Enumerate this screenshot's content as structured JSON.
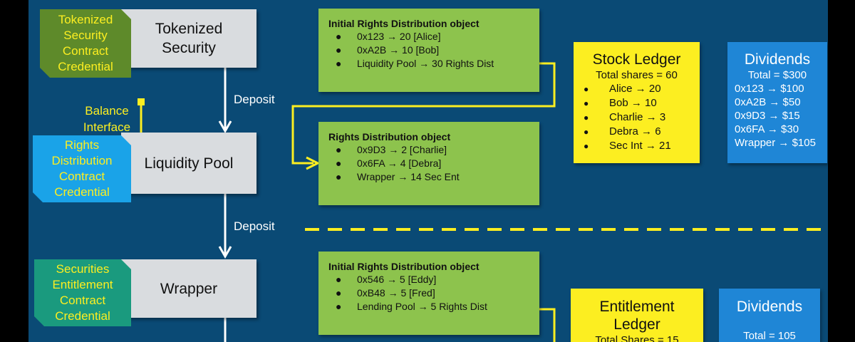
{
  "left_column": {
    "tokenized_credential": [
      "Tokenized",
      "Security",
      "Contract",
      "Credential"
    ],
    "tokenized_box": [
      "Tokenized",
      "Security"
    ],
    "deposit_1": "Deposit",
    "balance_interface": [
      "Balance",
      "Interface"
    ],
    "rights_credential": [
      "Rights",
      "Distribution",
      "Contract",
      "Credential"
    ],
    "liquidity_pool": "Liquidity Pool",
    "deposit_2": "Deposit",
    "entitlement_credential": [
      "Securities",
      "Entitlement",
      "Contract",
      "Credential"
    ],
    "wrapper": "Wrapper"
  },
  "green_boxes": {
    "initial_1": {
      "title": "Initial Rights Distribution object",
      "items": [
        "0x123 → 20 [Alice]",
        "0xA2B → 10 [Bob]",
        "Liquidity Pool → 30 Rights Dist"
      ]
    },
    "rights_dist": {
      "title": "Rights Distribution object",
      "items": [
        "0x9D3 → 2 [Charlie]",
        "0x6FA → 4 [Debra]",
        "Wrapper → 14 Sec Ent"
      ]
    },
    "initial_2": {
      "title": "Initial Rights Distribution object",
      "items": [
        "0x546 → 5 [Eddy]",
        "0xB48 → 5 [Fred]",
        "Lending Pool → 5 Rights Dist"
      ]
    }
  },
  "stock_ledger": {
    "title": "Stock Ledger",
    "total": "Total shares = 60",
    "items": [
      "Alice → 20",
      "Bob → 10",
      "Charlie → 3",
      "Debra → 6",
      "Sec Int → 21"
    ]
  },
  "dividends_1": {
    "title": "Dividends",
    "total": "Total = $300",
    "items": [
      "0x123 → $100",
      "0xA2B → $50",
      "0x9D3 → $15",
      "0x6FA → $30",
      "Wrapper → $105"
    ]
  },
  "entitlement_ledger": {
    "title": [
      "Entitlement",
      "Ledger"
    ],
    "total": "Total Shares = 15"
  },
  "dividends_2": {
    "title": "Dividends",
    "total": "Total = 105"
  },
  "colors": {
    "panel": "#0a4a75",
    "dark_green": "#5e8a2a",
    "light_blue": "#1aa3e8",
    "teal": "#1a9a7e",
    "green": "#8dc34d",
    "yellow": "#fcee21",
    "blue": "#1f86d6"
  },
  "bullet": "●"
}
